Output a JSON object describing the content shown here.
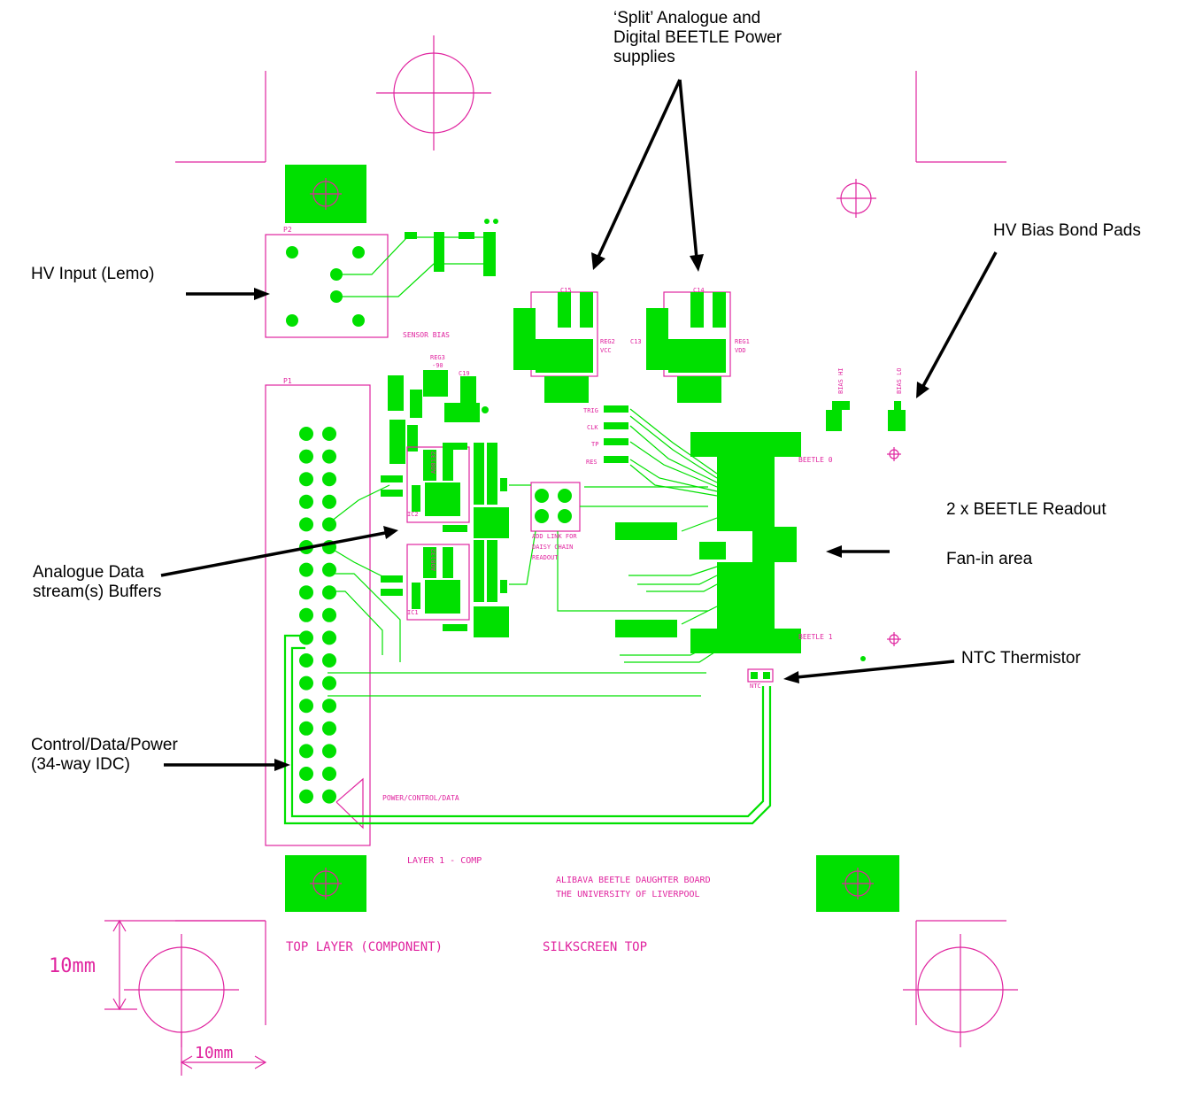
{
  "annotations": {
    "power_supplies": "‘Split’ Analogue and\nDigital BEETLE Power\nsupplies",
    "hv_input": "HV Input (Lemo)",
    "hv_bias": "HV Bias Bond Pads",
    "beetle_readout": "2 x BEETLE Readout",
    "fanin": "Fan-in area",
    "analogue_buffers": "Analogue Data\nstream(s) Buffers",
    "ntc": "NTC Thermistor",
    "control_idc": "Control/Data/Power\n(34-way IDC)"
  },
  "silkscreen": {
    "layer": "LAYER 1 - COMP",
    "board_line1": "ALIBAVA BEETLE DAUGHTER BOARD",
    "board_line2": "THE UNIVERSITY OF LIVERPOOL",
    "top_layer": "TOP LAYER (COMPONENT)",
    "silkscreen_top": "SILKSCREEN TOP",
    "sensor_bias": "SENSOR BIAS",
    "power_control_data": "POWER/CONTROL/DATA",
    "add_link_1": "ADD LINK FOR",
    "add_link_2": "DAISY CHAIN",
    "add_link_3": "READOUT",
    "beetle0": "BEETLE 0",
    "beetle1": "BEETLE 1",
    "bias_hi": "BIAS HI",
    "bias_lo": "BIAS LO",
    "p1": "P1",
    "p2": "P2",
    "trig": "TRIG",
    "clk": "CLK",
    "tp": "TP",
    "res": "RES",
    "ntc": "NTC",
    "reg1": "REG1",
    "vdd": "VDD",
    "reg2": "REG2",
    "vcc": "VCC",
    "reg3": "REG3",
    "v90": "-90",
    "ic1": "IC1",
    "ic2": "IC2",
    "ad8132a": "AD8132",
    "ad8132b": "AD8132",
    "c14": "C14",
    "c13": "C13",
    "c15": "C15",
    "c19": "C19"
  },
  "dimensions": {
    "vertical": "10mm",
    "horizontal": "10mm"
  },
  "colors": {
    "silkscreen": "#e0249f",
    "copper": "#00e000",
    "annotation": "#000000"
  }
}
